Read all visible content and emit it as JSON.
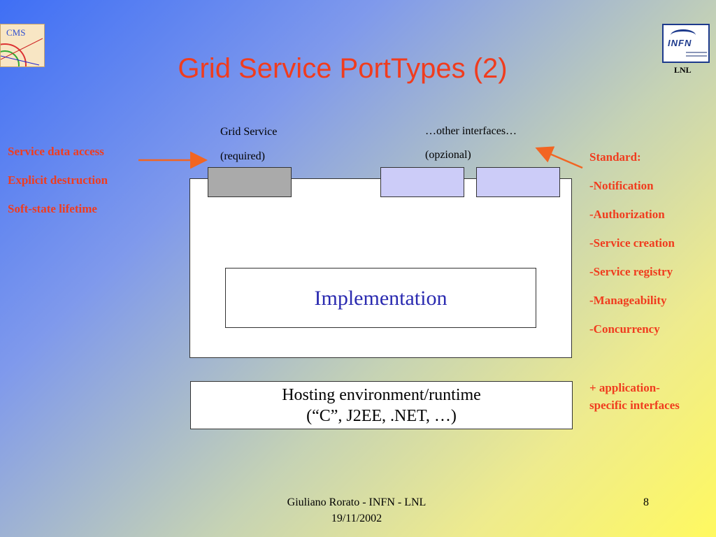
{
  "slide": {
    "title": "Grid Service PortTypes (2)",
    "logo_left_text": "CMS",
    "logo_right_caption": "LNL",
    "grid_service_label": "Grid Service",
    "grid_service_sub": "(required)",
    "other_interfaces_label": "…other interfaces…",
    "other_interfaces_sub": "(opzional)",
    "left_items": [
      "Service data access",
      "Explicit destruction",
      "Soft-state lifetime"
    ],
    "right_heading": "Standard:",
    "right_items": [
      "-Notification",
      "-Authorization",
      "-Service creation",
      "-Service registry",
      "-Manageability",
      "-Concurrency"
    ],
    "right_footer_line1": "+ application-",
    "right_footer_line2": "specific interfaces",
    "implementation_label": "Implementation",
    "hosting_line1": "Hosting environment/runtime",
    "hosting_line2": "(“C”, J2EE, .NET, …)",
    "footer_author": "Giuliano Rorato - INFN - LNL",
    "footer_date": "19/11/2002",
    "page_number": "8"
  },
  "colors": {
    "accent": "#f03c1e",
    "implementation_text": "#2a2ab0",
    "arrow": "#f26522"
  }
}
